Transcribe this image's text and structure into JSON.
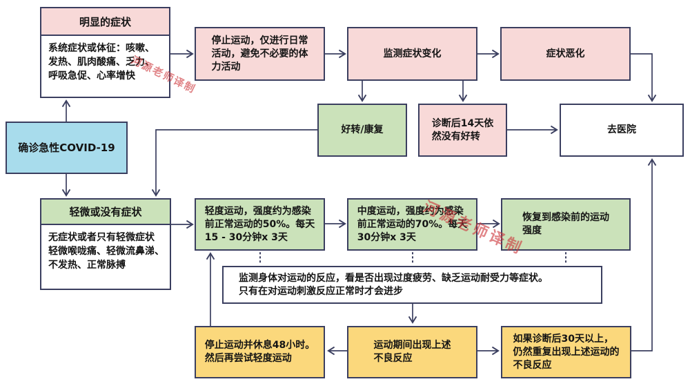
{
  "watermark": {
    "text": "河源老师译制"
  },
  "colors": {
    "pink": "#f8d9d8",
    "green": "#cbe2ba",
    "yellow": "#fbd87c",
    "blue": "#a8dcec",
    "border": "#3a3e5f",
    "wm": "rgba(205,55,60,0.62)"
  },
  "nodes": {
    "obvious": {
      "header": "明显的症状",
      "body": "系统症状或体征：咳嗽、\n发热、肌肉酸痛、乏力、\n呼吸急促、心率增快"
    },
    "stop_exercise": {
      "label": "停止运动，仅进行日常\n活动，避免不必要的体\n力活动"
    },
    "monitor_symptoms": {
      "label": "监测症状变化"
    },
    "worsen": {
      "label": "症状恶化"
    },
    "confirmed": {
      "label": "确诊急性COVID-19"
    },
    "recover": {
      "label": "好转/康复"
    },
    "no_improve_14d": {
      "label": "诊断后14天依\n然没有好转"
    },
    "hospital": {
      "label": "去医院"
    },
    "mild": {
      "header": "轻微或没有症状",
      "body": "无症状或者只有轻微症状\n轻微喉咙痛、轻微流鼻涕、\n不发热、正常脉搏"
    },
    "light_exercise": {
      "label": "轻度运动，强度约为感染\n前正常运动的50%。每天\n15 - 30分钟x 3天"
    },
    "moderate_exercise": {
      "label": "中度运动，强度约为感染\n前正常运动的70%。每天\n30分钟x 3天"
    },
    "restore": {
      "label": "恢复到感染前的运动\n强度"
    },
    "monitor_body": {
      "label": "监测身体对运动的反应，看是否出现过度疲劳、缺乏运动耐受力等症状。\n只有在对运动刺激反应正常时才会进步"
    },
    "stop_rest": {
      "label": "停止运动并休息48小时。\n然后再尝试轻度运动"
    },
    "adverse": {
      "label": "运动期间出现上述\n不良反应"
    },
    "repeat_adverse": {
      "label": "如果诊断后30天以上，\n仍然重复出现上述运动的\n不良反应"
    }
  }
}
